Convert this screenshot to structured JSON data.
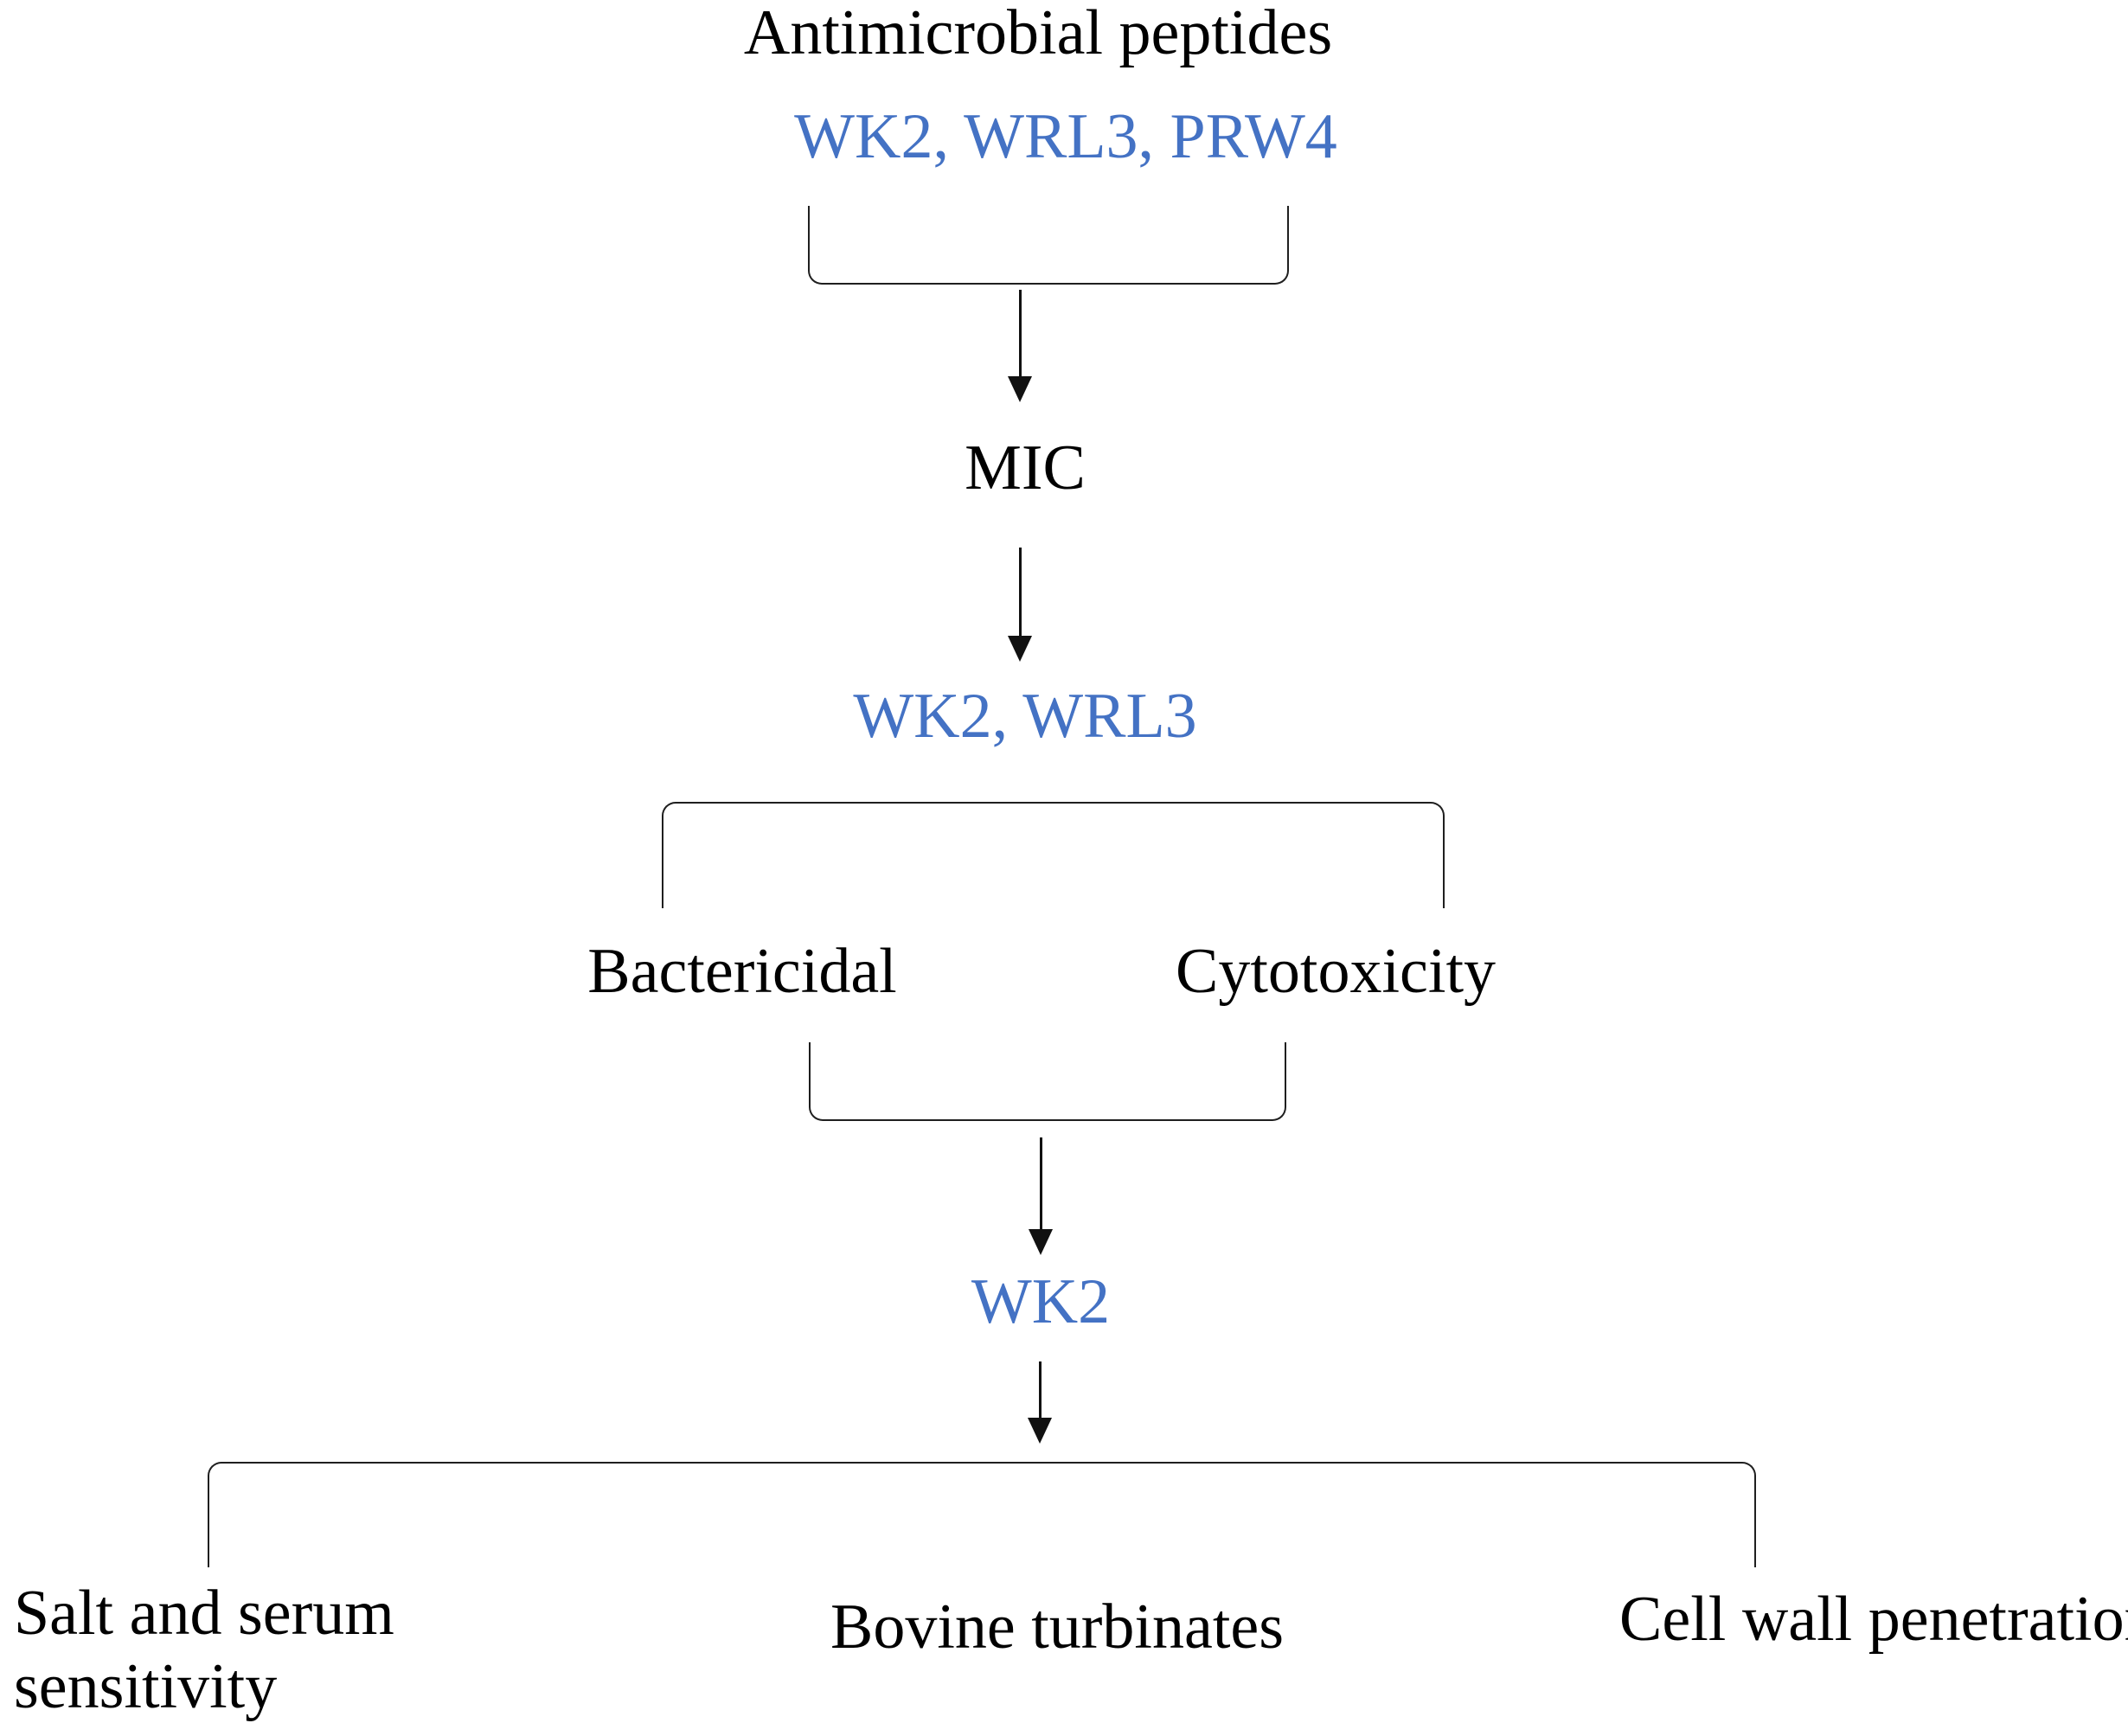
{
  "figure": {
    "type": "flow-diagram",
    "accent_color": "#4472C4",
    "text_color": "#000000",
    "line_color": "#1f1f1f",
    "nodes": {
      "title": "Antimicrobial peptides",
      "peptide_set_1": "WK2, WRL3, PRW4",
      "assay_1": "MIC",
      "peptide_set_2": "WK2, WRL3",
      "branch_left": "Bactericidal",
      "branch_right": "Cytotoxicity",
      "peptide_final": "WK2",
      "outcome_left": "Salt and serum sensitivity",
      "outcome_center": "Bovine turbinates",
      "outcome_right": "Cell wall penetration"
    }
  }
}
